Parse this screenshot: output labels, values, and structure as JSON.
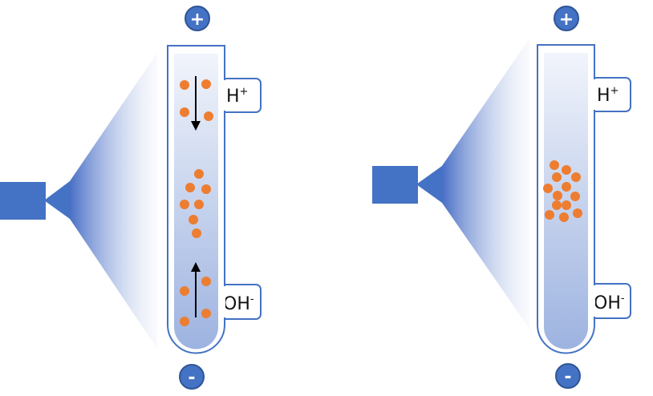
{
  "panels": [
    {
      "top_terminal": "+",
      "bottom_terminal": "-",
      "top_label": "H",
      "top_label_sup": "+",
      "bottom_label": "OH",
      "bottom_label_sup": "-",
      "state": "migrating"
    },
    {
      "top_terminal": "+",
      "bottom_terminal": "-",
      "top_label": "H",
      "top_label_sup": "+",
      "bottom_label": "OH",
      "bottom_label_sup": "-",
      "state": "focused"
    }
  ],
  "colors": {
    "tube_outline": "#4472C4",
    "terminal_fill": "#4472C4",
    "particle": "#ED7D31",
    "projector": "#4472C4",
    "gradient_top": "#EEF2FB",
    "gradient_bottom": "#9DB3E0"
  }
}
